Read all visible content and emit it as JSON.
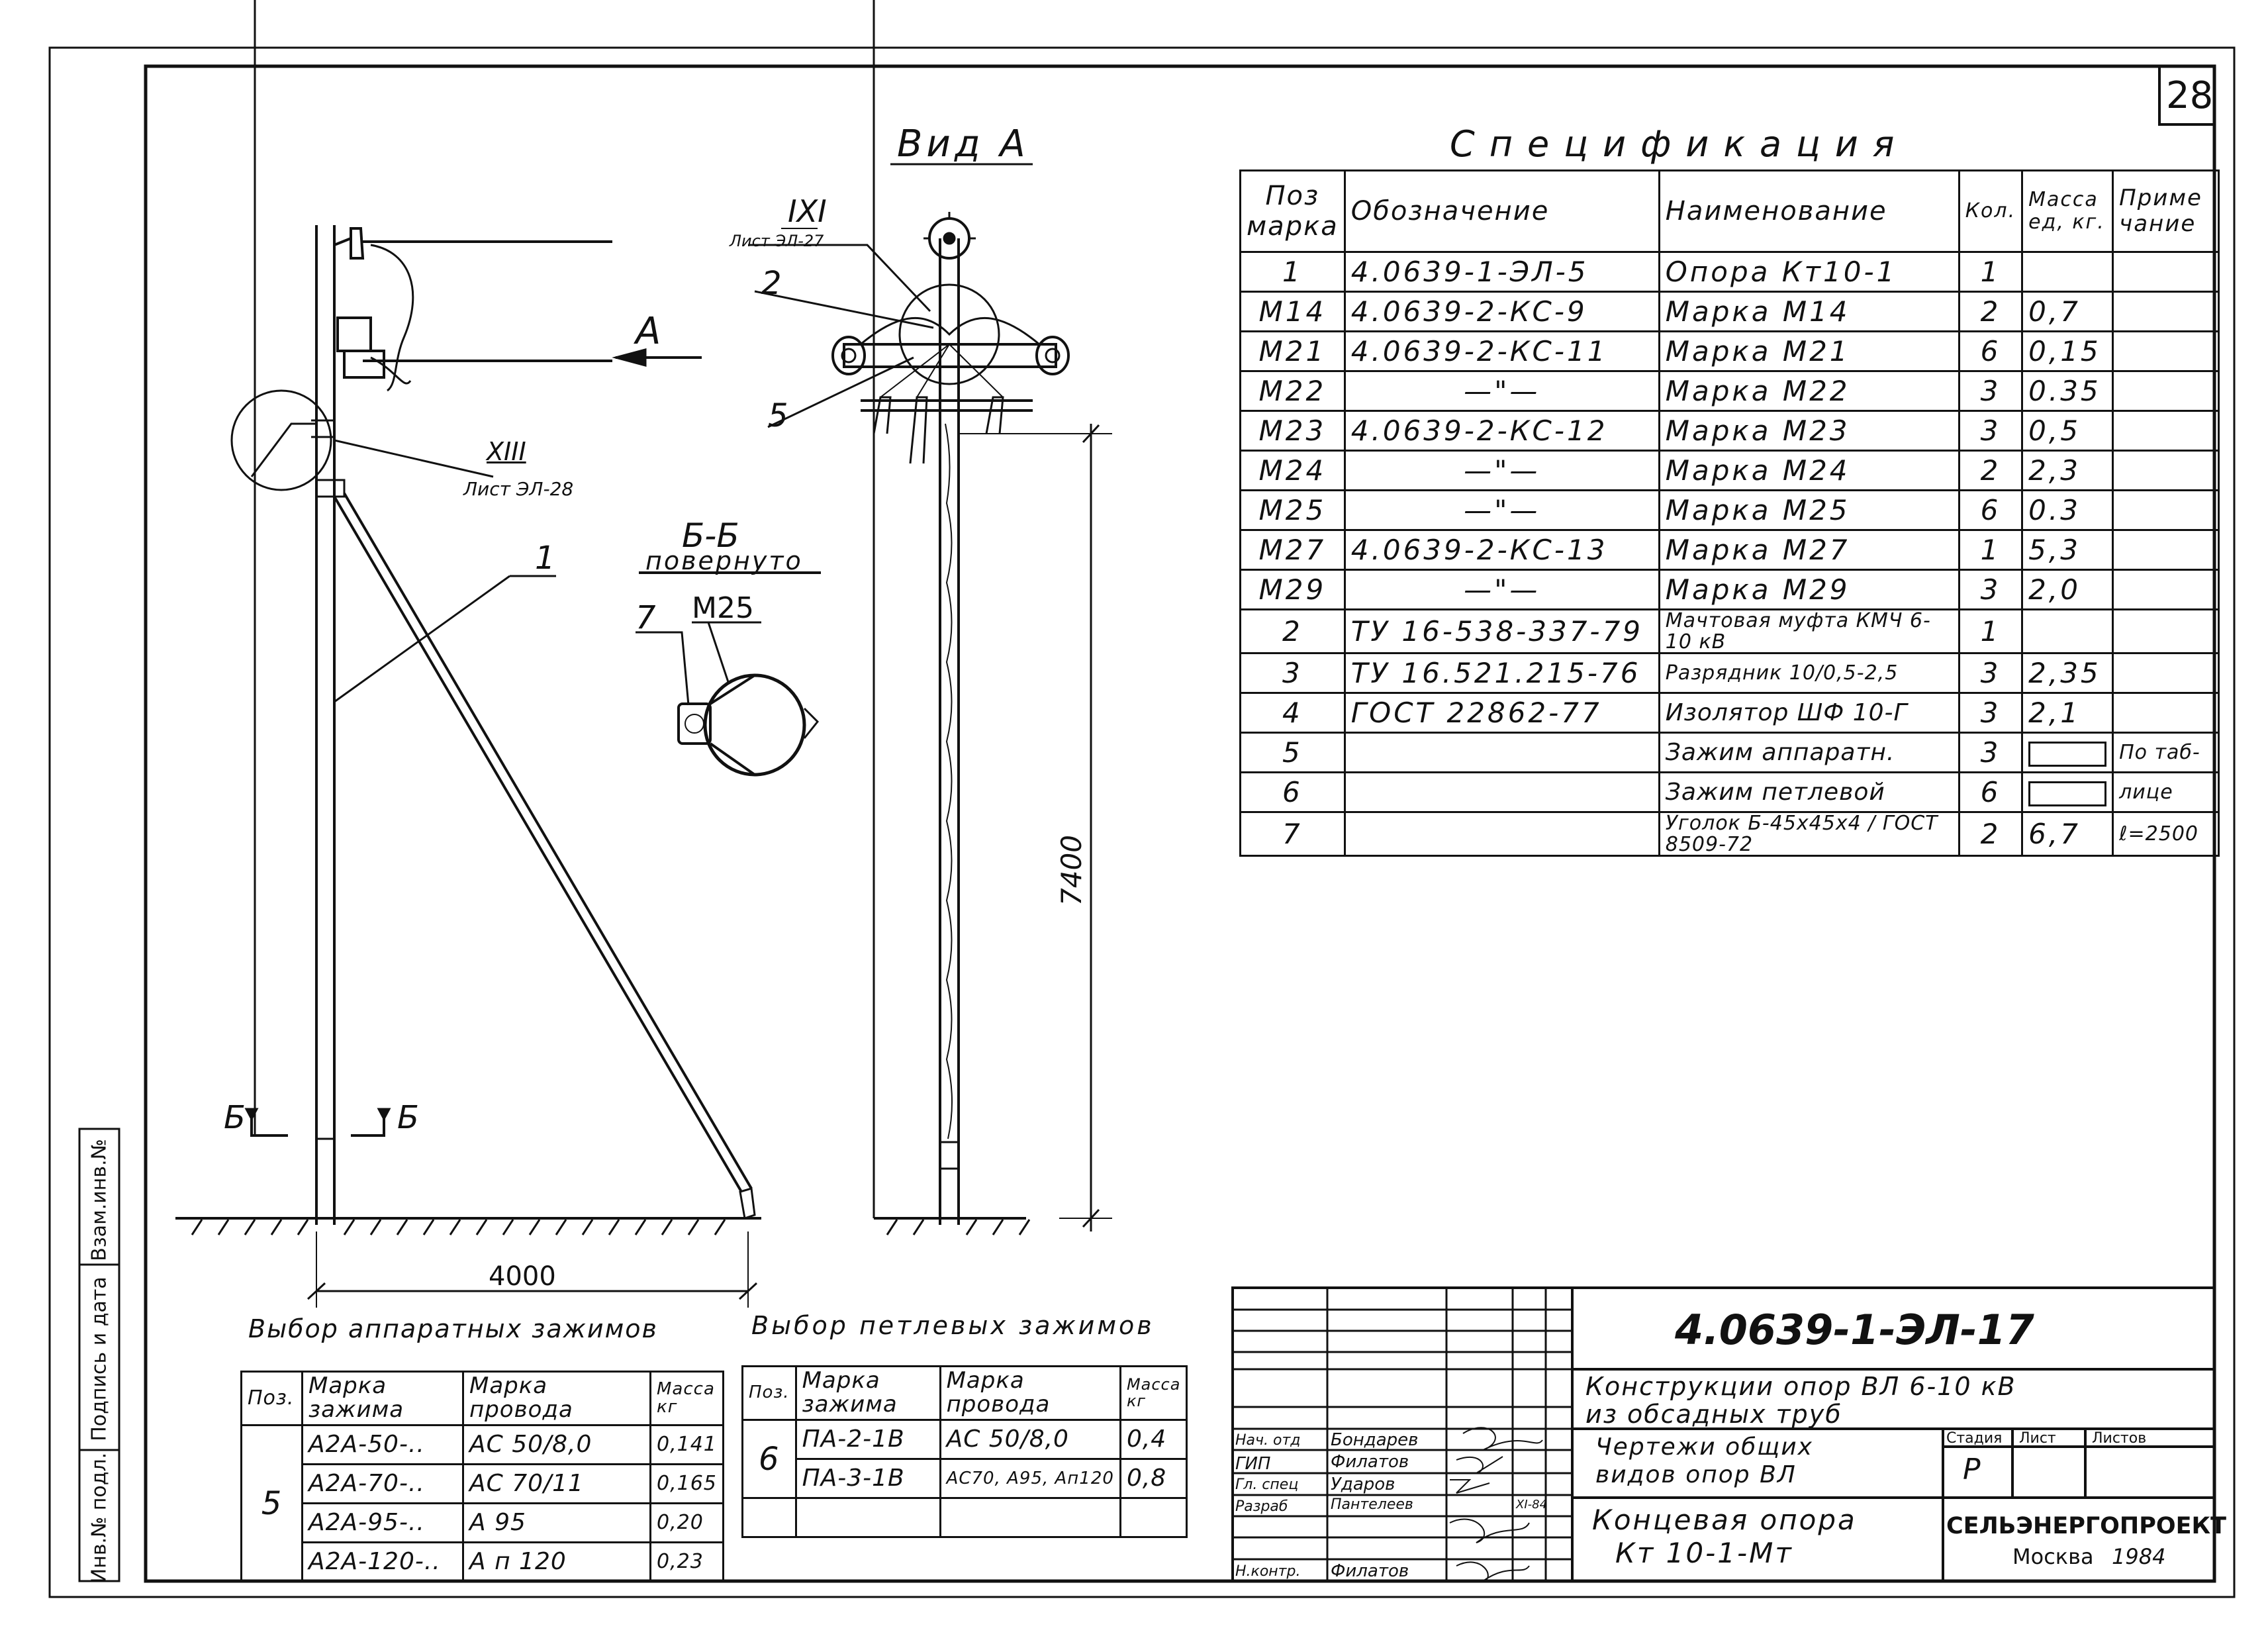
{
  "sheet_number": "28",
  "view_label": "Вид А",
  "section_label": "Б-Б",
  "section_note": "повернуто",
  "section_part": "М25",
  "callouts": {
    "pos1": "1",
    "pos2": "2",
    "pos5": "5",
    "pos7": "7",
    "view_arrow": "А",
    "node_xiii": "XIII",
    "node_xiii_sheet": "Лист ЭЛ-28",
    "node_xi": "IXI",
    "node_xi_sheet": "Лист ЭЛ-27",
    "cut_left": "Б",
    "cut_right": "Б"
  },
  "dimensions": {
    "height": "7400",
    "base": "4000"
  },
  "spec": {
    "title": "Спецификация",
    "headers": [
      "Поз марка",
      "Обозначение",
      "Наименование",
      "Кол.",
      "Масса ед, кг.",
      "Примечание"
    ],
    "rows": [
      {
        "pos": "1",
        "designation": "4.0639-1-ЭЛ-5",
        "name": "Опора Кт10-1",
        "qty": "1",
        "mass": "",
        "note": ""
      },
      {
        "pos": "М14",
        "designation": "4.0639-2-КС-9",
        "name": "Марка М14",
        "qty": "2",
        "mass": "0,7",
        "note": ""
      },
      {
        "pos": "М21",
        "designation": "4.0639-2-КС-11",
        "name": "Марка М21",
        "qty": "6",
        "mass": "0,15",
        "note": ""
      },
      {
        "pos": "М22",
        "designation": "—\"—",
        "name": "Марка М22",
        "qty": "3",
        "mass": "0.35",
        "note": ""
      },
      {
        "pos": "М23",
        "designation": "4.0639-2-КС-12",
        "name": "Марка М23",
        "qty": "3",
        "mass": "0,5",
        "note": ""
      },
      {
        "pos": "М24",
        "designation": "—\"—",
        "name": "Марка М24",
        "qty": "2",
        "mass": "2,3",
        "note": ""
      },
      {
        "pos": "М25",
        "designation": "—\"—",
        "name": "Марка М25",
        "qty": "6",
        "mass": "0.3",
        "note": ""
      },
      {
        "pos": "М27",
        "designation": "4.0639-2-КС-13",
        "name": "Марка М27",
        "qty": "1",
        "mass": "5,3",
        "note": ""
      },
      {
        "pos": "М29",
        "designation": "—\"—",
        "name": "Марка М29",
        "qty": "3",
        "mass": "2,0",
        "note": ""
      },
      {
        "pos": "2",
        "designation": "ТУ 16-538-337-79",
        "name": "Мачтовая муфта КМЧ 6-10 кВ",
        "qty": "1",
        "mass": "",
        "note": ""
      },
      {
        "pos": "3",
        "designation": "ТУ 16.521.215-76",
        "name": "Разрядник 10/0,5-2,5",
        "qty": "3",
        "mass": "2,35",
        "note": ""
      },
      {
        "pos": "4",
        "designation": "ГОСТ 22862-77",
        "name": "Изолятор ШФ 10-Г",
        "qty": "3",
        "mass": "2,1",
        "note": ""
      },
      {
        "pos": "5",
        "designation": "",
        "name": "Зажим аппаратн.",
        "qty": "3",
        "mass": "",
        "note": "По таб-"
      },
      {
        "pos": "6",
        "designation": "",
        "name": "Зажим петлевой",
        "qty": "6",
        "mass": "",
        "note": "лице"
      },
      {
        "pos": "7",
        "designation": "",
        "name": "Уголок Б-45х45х4 / ГОСТ 8509-72",
        "qty": "2",
        "mass": "6,7",
        "note": "ℓ=2500"
      }
    ]
  },
  "apparatus": {
    "title": "Выбор аппаратных зажимов",
    "headers": [
      "Поз.",
      "Марка зажима",
      "Марка провода",
      "Масса кг"
    ],
    "pos": "5",
    "rows": [
      {
        "clamp": "А2А-50-..",
        "wire": "АС 50/8,0",
        "mass": "0,141"
      },
      {
        "clamp": "А2А-70-..",
        "wire": "АС 70/11",
        "mass": "0,165"
      },
      {
        "clamp": "А2А-95-..",
        "wire": "А 95",
        "mass": "0,20"
      },
      {
        "clamp": "А2А-120-..",
        "wire": "А п 120",
        "mass": "0,23"
      }
    ]
  },
  "loop": {
    "title": "Выбор петлевых зажимов",
    "headers": [
      "Поз.",
      "Марка зажима",
      "Марка провода",
      "Масса кг"
    ],
    "pos": "6",
    "rows": [
      {
        "clamp": "ПА-2-1В",
        "wire": "АС 50/8,0",
        "mass": "0,4"
      },
      {
        "clamp": "ПА-3-1В",
        "wire": "АС70, А95, Ап120",
        "mass": "0,8"
      },
      {
        "clamp": "",
        "wire": "",
        "mass": ""
      }
    ]
  },
  "side_stamp": [
    "Инв.№ подл.",
    "Подпись и дата",
    "Взам.инв.№"
  ],
  "title_block": {
    "code": "4.0639-1-ЭЛ-17",
    "project_line1": "Конструкции опор ВЛ 6-10 кВ",
    "project_line2": "из обсадных труб",
    "drawing_line1": "Чертежи общих",
    "drawing_line2": "видов опор ВЛ",
    "sheet_title_line1": "Концевая опора",
    "sheet_title_line2": "Кт 10-1-Мт",
    "stage_header": "Стадия",
    "sheet_header": "Лист",
    "sheets_header": "Листов",
    "stage_value": "Р",
    "org": "СЕЛЬЭНЕРГОПРОЕКТ",
    "city": "Москва",
    "year": "1984",
    "staff": [
      {
        "role": "Нач. отд",
        "name": "Бондарев",
        "date": ""
      },
      {
        "role": "ГИП",
        "name": "Филатов",
        "date": ""
      },
      {
        "role": "Гл. спец",
        "name": "Ударов",
        "date": ""
      },
      {
        "role": "Разраб",
        "name": "Пантелеев",
        "date": "XI-84"
      },
      {
        "role": "Н.контр.",
        "name": "Филатов",
        "date": ""
      }
    ]
  }
}
